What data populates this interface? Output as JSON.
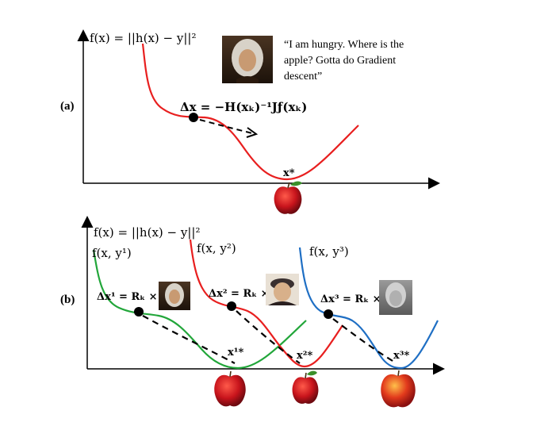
{
  "panel_a": {
    "label": "(a)",
    "objective": "f(x) = ||h(x) − y||²",
    "quote_lines": [
      "“I am hungry. Where is the",
      "apple? Gotta do Gradient",
      "descent”"
    ],
    "update_rule": "Δx = −H(xₖ)⁻¹Jƒ(xₖ)",
    "minimum_label": "x*",
    "curve_color": "#e81f1f"
  },
  "panel_b": {
    "label": "(b)",
    "objective": "f(x) = ||h(x) − y||²",
    "curves": [
      {
        "name": "f(x, y¹)",
        "update": "Δx¹ = Rₖ ×",
        "minimum": "x¹*",
        "color": "#22a63a"
      },
      {
        "name": "f(x, y²)",
        "update": "Δx² = Rₖ ×",
        "minimum": "x²*",
        "color": "#e81f1f"
      },
      {
        "name": "f(x, y³)",
        "update": "Δx³ = Rₖ ×",
        "minimum": "x³*",
        "color": "#1f6fc4"
      }
    ]
  },
  "colors": {
    "apple": "#c8141c",
    "leaf": "#3a8f2a",
    "axis": "#000000"
  }
}
